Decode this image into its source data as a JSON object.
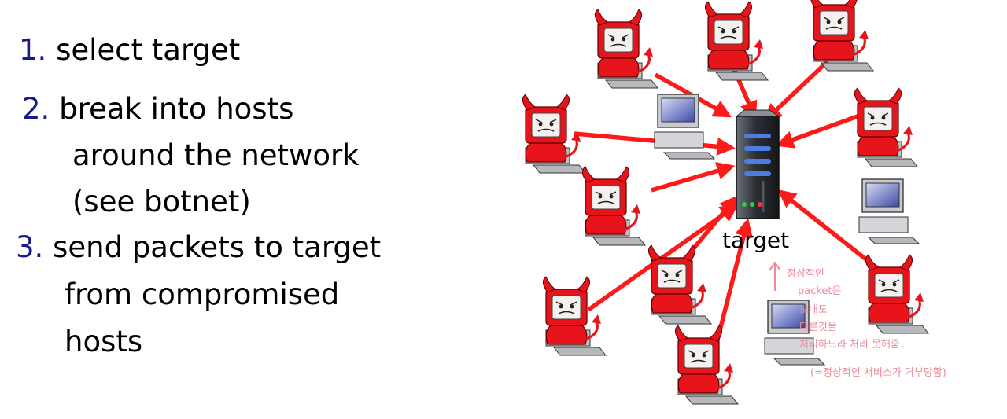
{
  "steps": [
    {
      "number": "1.",
      "lines": [
        "select target"
      ]
    },
    {
      "number": "2.",
      "lines": [
        "break into hosts",
        "around the network",
        "(see botnet)"
      ]
    },
    {
      "number": "3.",
      "lines": [
        "send packets to target",
        "from compromised",
        "hosts"
      ]
    }
  ],
  "diagram": {
    "target_label": "target",
    "annotation": [
      "정상적인",
      "packet은",
      "보내도",
      "다른것을",
      "처리하느라 처리 못해줌.",
      "(=정상적인 서비스가 거부당함)"
    ],
    "colors": {
      "arrow": "#ff1a1a",
      "devil": "#e8141c",
      "annotation": "#f08a9a",
      "number": "#1a1a8c"
    }
  }
}
